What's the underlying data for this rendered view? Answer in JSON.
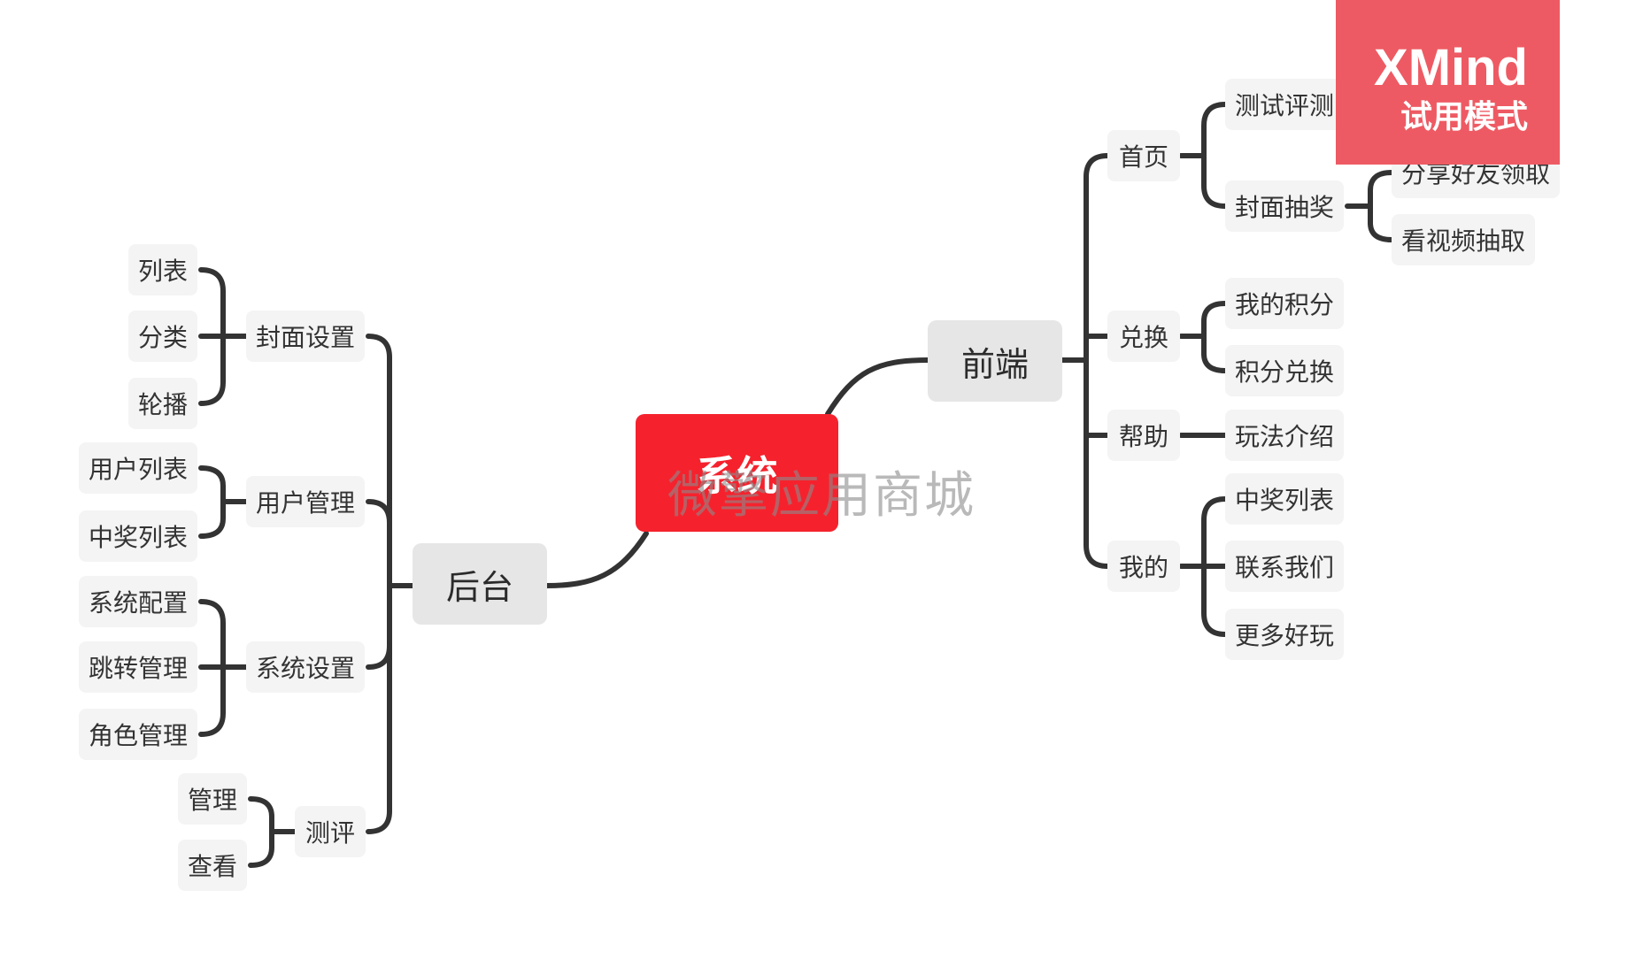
{
  "root": "系统",
  "backend": {
    "label": "后台",
    "groups": [
      {
        "label": "封面设置",
        "items": [
          "列表",
          "分类",
          "轮播"
        ]
      },
      {
        "label": "用户管理",
        "items": [
          "用户列表",
          "中奖列表"
        ]
      },
      {
        "label": "系统设置",
        "items": [
          "系统配置",
          "跳转管理",
          "角色管理"
        ]
      },
      {
        "label": "测评",
        "items": [
          "管理",
          "查看"
        ]
      }
    ]
  },
  "frontend": {
    "label": "前端",
    "groups": [
      {
        "label": "首页",
        "items": [
          "测试评测",
          "封面抽奖"
        ],
        "subitems": [
          "分享好友领取",
          "看视频抽取"
        ]
      },
      {
        "label": "兑换",
        "items": [
          "我的积分",
          "积分兑换"
        ]
      },
      {
        "label": "帮助",
        "items": [
          "玩法介绍"
        ]
      },
      {
        "label": "我的",
        "items": [
          "中奖列表",
          "联系我们",
          "更多好玩"
        ]
      }
    ]
  },
  "watermark": "微擎应用商城",
  "trial_badge": {
    "title": "XMind",
    "subtitle": "试用模式"
  },
  "colors": {
    "root": "#f5222d",
    "badge": "#ee5a63",
    "line": "#333333"
  }
}
